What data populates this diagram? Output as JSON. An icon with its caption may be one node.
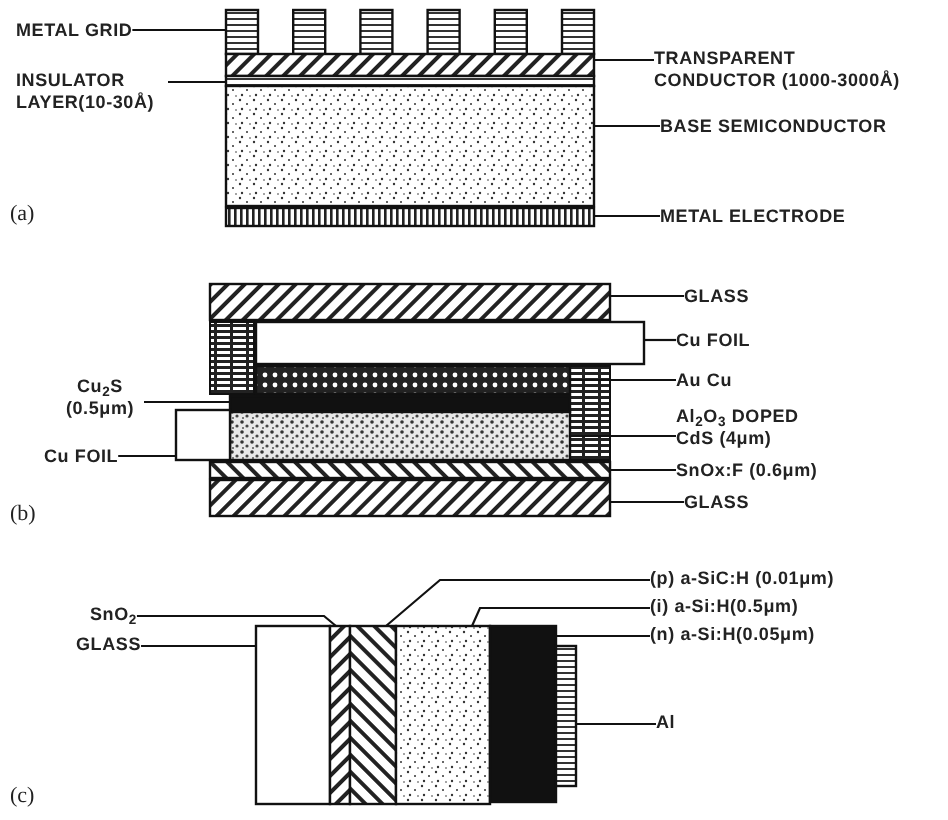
{
  "diagram": {
    "nodes": [
      {
        "text": [
          "METAL GRID"
        ]
      },
      {
        "text": [],
        "shape": "bar"
      },
      {
        "text": [
          "TRANSPARENT CONDUCTOR (1000-3000Å)"
        ]
      },
      {
        "text": [],
        "shape": "box"
      },
      {
        "text": [
          "INSULATOR LAYER(10-30Å)"
        ]
      },
      {
        "text": [],
        "shape": "box"
      },
      {
        "text": [],
        "shape": "box"
      },
      {
        "text": [
          "BASE SEMICONDUCTOR"
        ]
      },
      {
        "text": [],
        "shape": "box"
      },
      {
        "text": [
          "METAL ELECTRODE"
        ]
      },
      {
        "text": [
          "GLASS"
        ]
      },
      {
        "text": [],
        "shape": "box"
      },
      {
        "text": [
          "Cu FOIL"
        ]
      },
      {
        "text": [],
        "shape": "box"
      },
      {
        "text": [
          "Au Cu"
        ]
      },
      {
        "text": [],
        "shape": "box"
      },
      {
        "text": [
          "Cu$_{2}$S (0.5μm)"
        ]
      },
      {
        "text": [],
        "shape": "box"
      },
      {
        "text": [
          "Al$_{2}$O$_{3}$ DOPED CdS (4μm)"
        ]
      },
      {
        "text": [],
        "shape": "box"
      },
      {
        "text": [
          "Cu FOIL"
        ]
      },
      {
        "text": [],
        "shape": "box"
      },
      {
        "text": [
          "SnOx:F (0.6μm)"
        ]
      },
      {
        "text": [],
        "shape": "box"
      },
      {
        "text": [
          "GLASS"
        ]
      },
      {
        "text": [],
        "shape": "box"
      },
      {
        "text": [
          "(p) a-SiC:H (0.01μm)"
        ]
      },
      {
        "text": [
          "(i) a-Si:H(0.5μm)"
        ]
      },
      {
        "text": [
          "SnO$_{2}$"
        ]
      },
      {
        "text": [
          "GLASS"
        ]
      },
      {
        "text": [
          "(n) a-Si:H(0.05μm)"
        ]
      },
      {
        "text": [],
        "shape": "box"
      },
      {
        "text": [],
        "shape": "box"
      },
      {
        "text": [],
        "shape": "box"
      },
      {
        "text": [],
        "shape": "box"
      },
      {
        "text": [],
        "shape": "box"
      },
      {
        "text": [],
        "shape": "box"
      },
      {
        "text": [
          "Al"
        ]
      }
    ],
    "edges": [
      {
        "from": 0,
        "to": 1,
        "arrow": "none"
      },
      {
        "from": 2,
        "to": 3,
        "arrow": "none"
      },
      {
        "from": 4,
        "to": 5,
        "arrow": "none"
      },
      {
        "from": 7,
        "to": 6,
        "arrow": "none"
      },
      {
        "from": 9,
        "to": 8,
        "arrow": "none"
      },
      {
        "from": 10,
        "to": 11,
        "arrow": "none"
      },
      {
        "from": 12,
        "to": 13,
        "arrow": "none"
      },
      {
        "from": 14,
        "to": 15,
        "arrow": "none"
      },
      {
        "from": 16,
        "to": 17,
        "arrow": "none"
      },
      {
        "from": 18,
        "to": 19,
        "arrow": "none"
      },
      {
        "from": 20,
        "to": 21,
        "arrow": "none"
      },
      {
        "from": 22,
        "to": 23,
        "arrow": "none"
      },
      {
        "from": 24,
        "to": 25,
        "arrow": "none"
      },
      {
        "from": 26,
        "to": 33,
        "arrow": "none"
      },
      {
        "from": 27,
        "to": 34,
        "arrow": "none"
      },
      {
        "from": 28,
        "to": 32,
        "arrow": "none"
      },
      {
        "from": 29,
        "to": 31,
        "arrow": "none"
      },
      {
        "from": 30,
        "to": 35,
        "arrow": "none"
      },
      {
        "from": 37,
        "to": 36,
        "arrow": "none"
      }
    ],
    "labels": [
      "(a)",
      "(b)",
      "(c)"
    ]
  }
}
